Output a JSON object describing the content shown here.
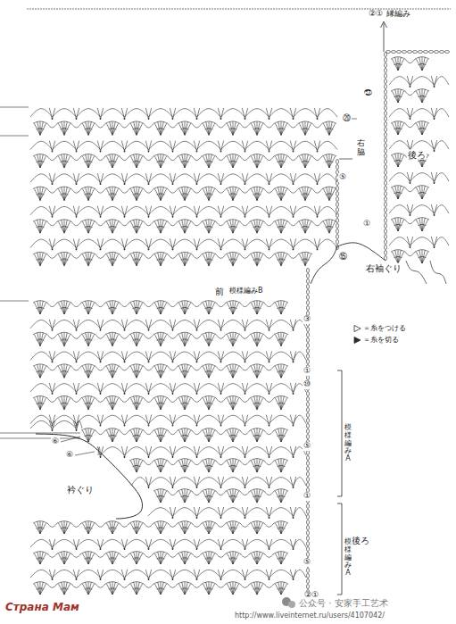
{
  "diagram": {
    "labels": [
      "②①",
      "縁編み",
      "㉗",
      "⑳",
      "右脇",
      "後ろ",
      "⑤",
      "①",
      "⑮",
      "右袖ぐり",
      "前",
      "模様編みB",
      "③",
      "①",
      "⑩",
      "模様編みA",
      "⑤",
      "⑥",
      "⑥",
      "衿ぐり",
      "①",
      "後ろ",
      "模様編みA",
      "⑤",
      "②①",
      "Страна Мам",
      "公众号 · 安家手工艺术",
      "http://www.liveinternet.ru/users/4107042/"
    ],
    "legend": [
      {
        "text": "＝糸をつける"
      },
      {
        "text": "＝糸を切る"
      }
    ]
  }
}
